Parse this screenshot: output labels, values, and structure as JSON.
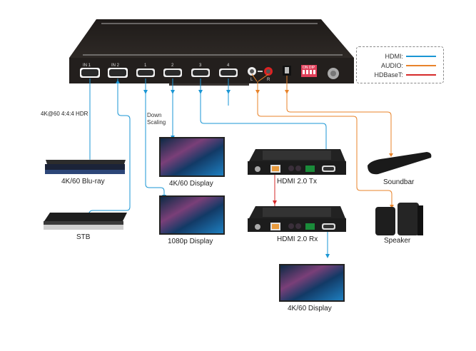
{
  "legend": {
    "items": [
      {
        "label": "HDMI:",
        "color": "#1a96d4"
      },
      {
        "label": "AUDIO:",
        "color": "#e8832a"
      },
      {
        "label": "HDBaseT:",
        "color": "#d62a2a"
      }
    ]
  },
  "device": {
    "ports": {
      "in1": "IN 1",
      "in2": "IN 2",
      "out1": "1",
      "out2": "2",
      "out3": "3",
      "out4": "4",
      "audio_l": "L",
      "audio_r": "R",
      "dip_label": "ON DIP"
    }
  },
  "annotations": {
    "hdr": "4K@60 4:4:4 HDR",
    "down_scaling_1": "Down",
    "down_scaling_2": "Scaling"
  },
  "devices": {
    "bluray": "4K/60 Blu-ray",
    "stb": "STB",
    "display_4k_1": "4K/60 Display",
    "display_1080p": "1080p Display",
    "tx": "HDMI 2.0 Tx",
    "rx": "HDMI 2.0 Rx",
    "display_4k_2": "4K/60 Display",
    "soundbar": "Soundbar",
    "speaker": "Speaker"
  },
  "colors": {
    "hdmi": "#1a96d4",
    "audio": "#e8832a",
    "hdbaset": "#d62a2a",
    "chassis": "#2a2523"
  }
}
